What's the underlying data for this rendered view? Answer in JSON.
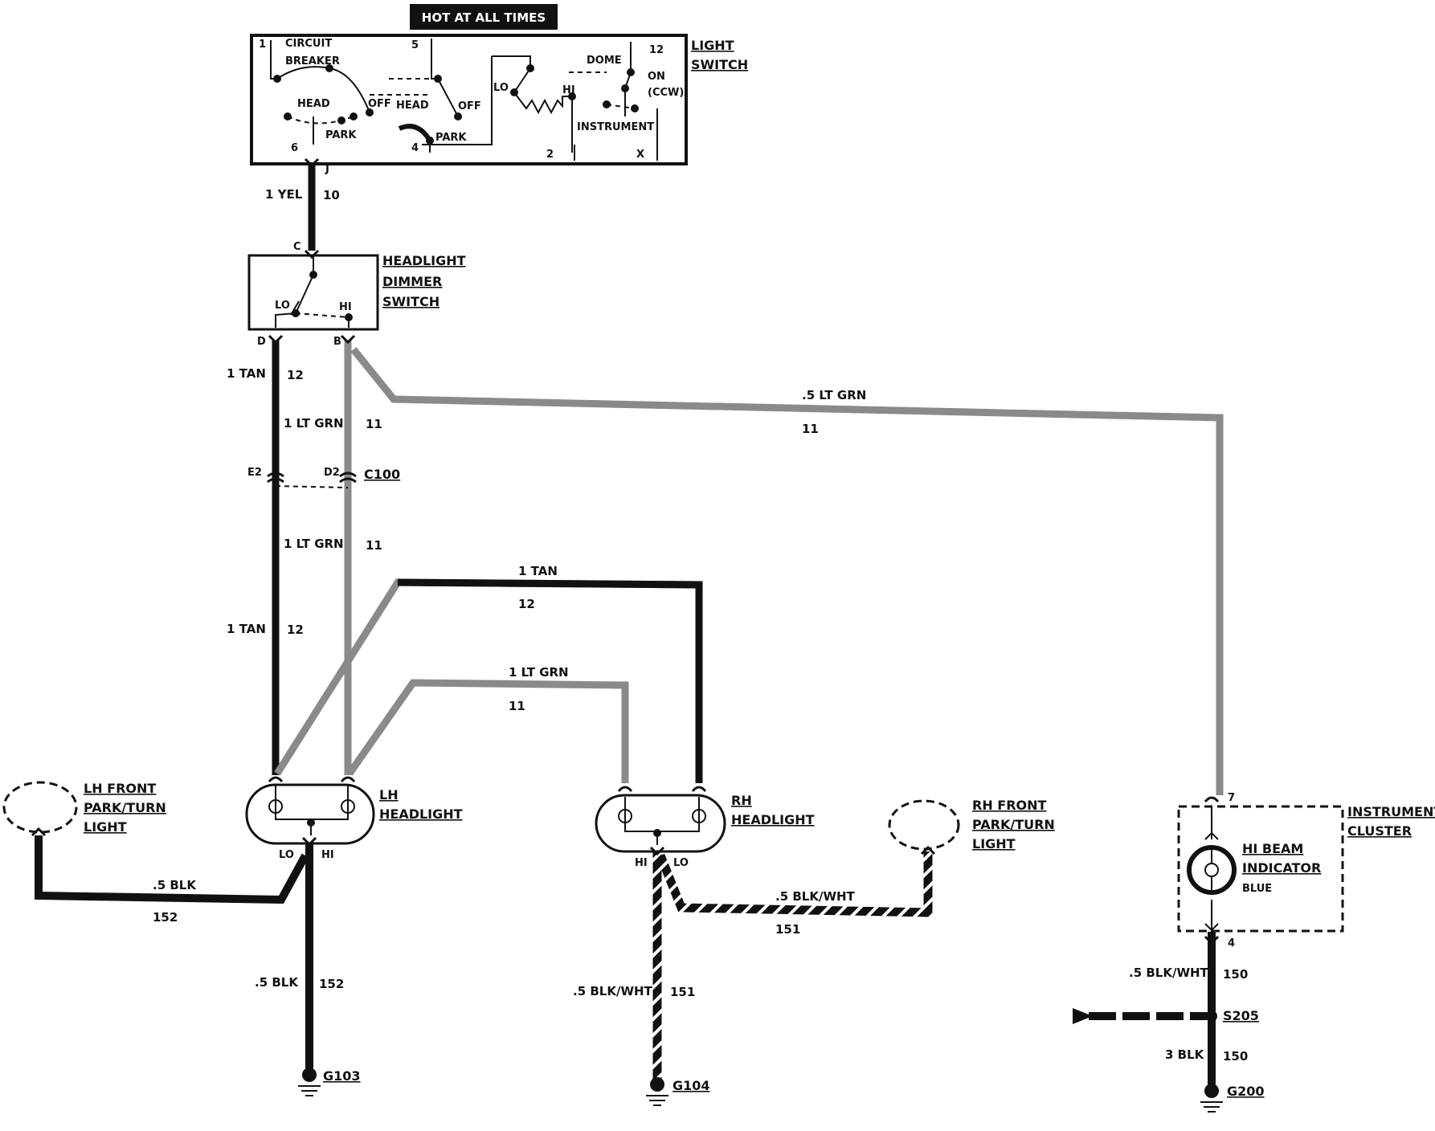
{
  "hot_label": "HOT AT ALL TIMES",
  "light_switch": {
    "name_line1": "LIGHT",
    "name_line2": "SWITCH",
    "circuit_breaker_1": "CIRCUIT",
    "circuit_breaker_2": "BREAKER",
    "head_left": "HEAD",
    "off_left": "OFF",
    "park_left": "PARK",
    "head_mid": "HEAD",
    "off_mid": "OFF",
    "park_mid": "PARK",
    "lo": "LO",
    "hi": "HI",
    "dome": "DOME",
    "on": "ON",
    "ccw": "(CCW)",
    "instrument": "INSTRUMENT",
    "pins": {
      "p1": "1",
      "p5": "5",
      "p12": "12",
      "p6": "6",
      "p4": "4",
      "p2": "2",
      "px": "X"
    }
  },
  "dimmer_switch": {
    "name_line1": "HEADLIGHT",
    "name_line2": "DIMMER",
    "name_line3": "SWITCH",
    "lo": "LO",
    "hi": "HI",
    "pin_c": "C",
    "pin_d": "D",
    "pin_b": "B"
  },
  "connectors": {
    "j": "J",
    "e2": "E2",
    "d2": "D2",
    "c100": "C100"
  },
  "wires": {
    "yel_label": "1 YEL",
    "yel_circuit": "10",
    "tan_label": "1 TAN",
    "tan_circuit": "12",
    "ltgrn_label": "1 LT GRN",
    "ltgrn_circuit": "11",
    "ltgrn_small_label": ".5 LT GRN",
    "blk_label": ".5 BLK",
    "blk_circuit": "152",
    "blkwht_label": ".5 BLK/WHT",
    "blkwht_circuit": "151",
    "cluster_ground_label": ".5 BLK/WHT",
    "cluster_ground_circuit": "150",
    "blk3_label": "3 BLK",
    "blk3_circuit": "150"
  },
  "lh_headlight": {
    "line1": "LH",
    "line2": "HEADLIGHT",
    "lo": "LO",
    "hi": "HI"
  },
  "rh_headlight": {
    "line1": "RH",
    "line2": "HEADLIGHT",
    "hi": "HI",
    "lo": "LO"
  },
  "lh_park": {
    "line1": "LH FRONT",
    "line2": "PARK/TURN",
    "line3": "LIGHT"
  },
  "rh_park": {
    "line1": "RH FRONT",
    "line2": "PARK/TURN",
    "line3": "LIGHT"
  },
  "cluster": {
    "line1": "INSTRUMENT",
    "line2": "CLUSTER",
    "indicator_1": "HI BEAM",
    "indicator_2": "INDICATOR",
    "color": "BLUE",
    "pin_7": "7",
    "pin_4": "4"
  },
  "grounds": {
    "g103": "G103",
    "g104": "G104",
    "g200": "G200",
    "s205": "S205"
  },
  "colors": {
    "wire_dark": "#111111",
    "wire_light": "#8a8a8a",
    "background": "#ffffff"
  }
}
